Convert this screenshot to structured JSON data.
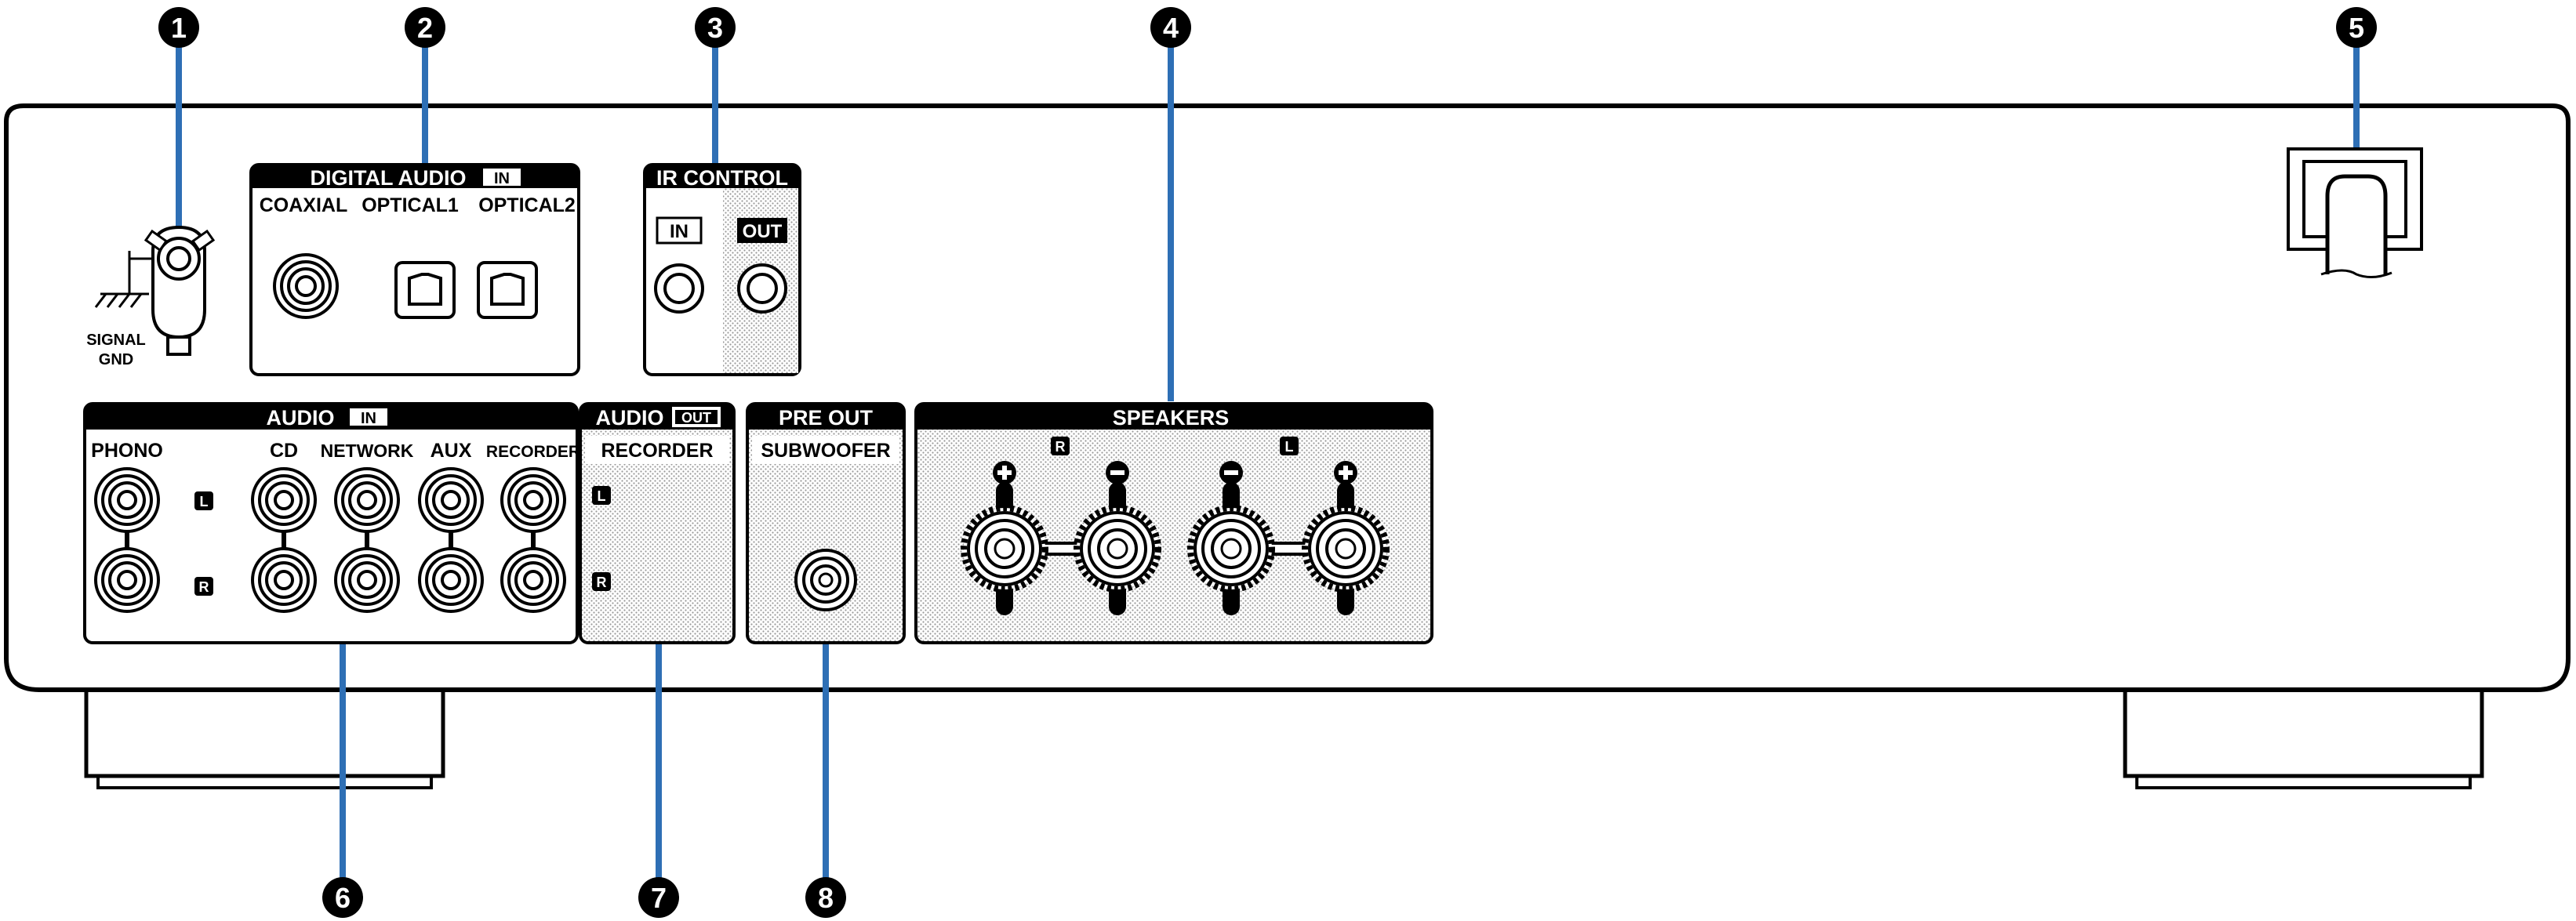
{
  "callouts": [
    "1",
    "2",
    "3",
    "4",
    "5",
    "6",
    "7",
    "8"
  ],
  "signal_gnd": {
    "line1": "SIGNAL",
    "line2": "GND"
  },
  "digital_audio": {
    "title": "DIGITAL AUDIO",
    "badge": "IN",
    "coaxial": "COAXIAL",
    "optical1": "OPTICAL1",
    "optical2": "OPTICAL2"
  },
  "ir_control": {
    "title": "IR CONTROL",
    "in": "IN",
    "out": "OUT"
  },
  "audio_in": {
    "title": "AUDIO",
    "badge": "IN",
    "phono": "PHONO",
    "cd": "CD",
    "network": "NETWORK",
    "aux": "AUX",
    "recorder": "RECORDER",
    "l": "L",
    "r": "R"
  },
  "audio_out": {
    "title": "AUDIO",
    "badge": "OUT",
    "recorder": "RECORDER",
    "l": "L",
    "r": "R"
  },
  "pre_out": {
    "title": "PRE OUT",
    "subwoofer": "SUBWOOFER"
  },
  "speakers": {
    "title": "SPEAKERS",
    "r": "R",
    "l": "L"
  },
  "colors": {
    "callout_line": "#2e6fb5",
    "panel_stroke": "#000000",
    "fill": "#ffffff"
  }
}
